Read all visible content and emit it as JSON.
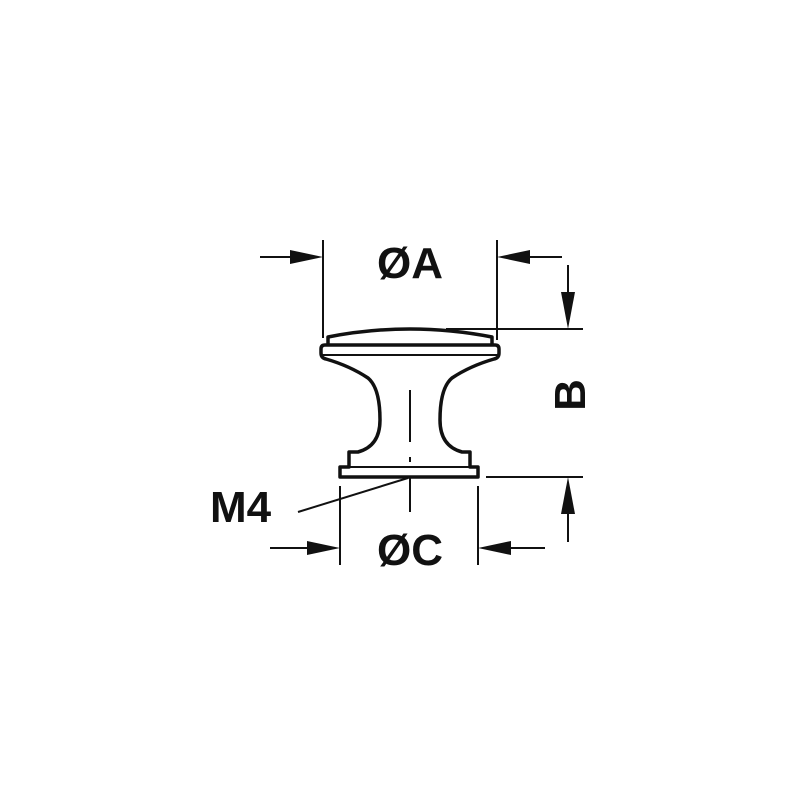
{
  "diagram": {
    "labels": {
      "diameter_a": "ØA",
      "height_b": "B",
      "diameter_c": "ØC",
      "thread": "M4"
    },
    "colors": {
      "line": "#111111",
      "background": "#ffffff"
    }
  }
}
